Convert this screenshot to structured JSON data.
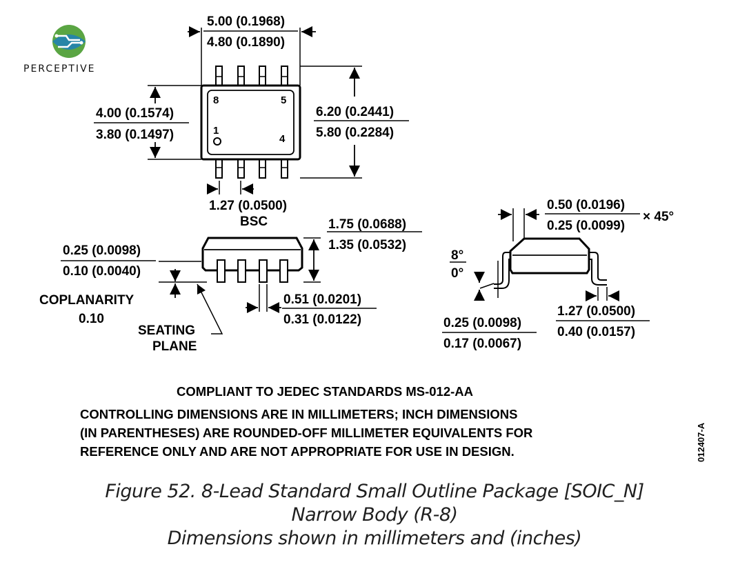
{
  "logo": {
    "brand_text": "PERCEPTIVE"
  },
  "top_view": {
    "width_max": "5.00 (0.1968)",
    "width_min": "4.80 (0.1890)",
    "body_width_max": "4.00 (0.1574)",
    "body_width_min": "3.80 (0.1497)",
    "overall_max": "6.20 (0.2441)",
    "overall_min": "5.80 (0.2284)",
    "pitch": "1.27 (0.0500)",
    "pitch_note": "BSC",
    "pin_8": "8",
    "pin_5": "5",
    "pin_1": "1",
    "pin_4": "4"
  },
  "side_view": {
    "standoff_max": "0.25 (0.0098)",
    "standoff_min": "0.10 (0.0040)",
    "height_max": "1.75 (0.0688)",
    "height_min": "1.35 (0.0532)",
    "coplanarity_label": "COPLANARITY",
    "coplanarity_value": "0.10",
    "seating_line1": "SEATING",
    "seating_line2": "PLANE",
    "lead_width_max": "0.51 (0.0201)",
    "lead_width_min": "0.31 (0.0122)"
  },
  "end_view": {
    "chamfer_max": "0.50 (0.0196)",
    "chamfer_min": "0.25 (0.0099)",
    "chamfer_angle": "× 45°",
    "angle_max": "8°",
    "angle_min": "0°",
    "lead_thick_max": "0.25 (0.0098)",
    "lead_thick_min": "0.17 (0.0067)",
    "foot_max": "1.27 (0.0500)",
    "foot_min": "0.40 (0.0157)"
  },
  "notes": {
    "compliance": "COMPLIANT TO JEDEC STANDARDS MS-012-AA",
    "line1": "CONTROLLING DIMENSIONS ARE IN MILLIMETERS; INCH DIMENSIONS",
    "line2": "(IN PARENTHESES) ARE ROUNDED-OFF MILLIMETER EQUIVALENTS FOR",
    "line3": "REFERENCE ONLY AND ARE NOT APPROPRIATE FOR USE IN DESIGN.",
    "drawing_code": "012407-A"
  },
  "caption": {
    "line1": "Figure 52. 8-Lead Standard Small Outline Package [SOIC_N]",
    "line2": "Narrow Body (R-8)",
    "line3": "Dimensions shown in millimeters and (inches)"
  },
  "colors": {
    "logo_green": "#5aa543",
    "logo_blue": "#1e7fb8",
    "caption_text": "#1f1f1f"
  }
}
